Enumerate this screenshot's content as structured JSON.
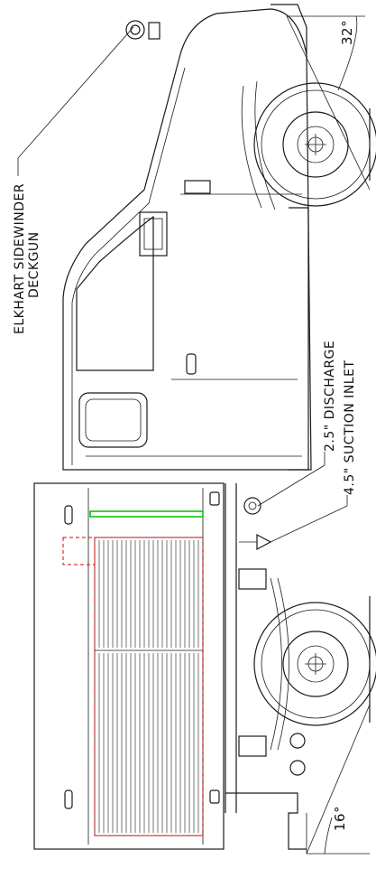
{
  "labels": {
    "deckgun_line1": "ELKHART SIDEWINDER",
    "deckgun_line2": "DECKGUN",
    "discharge": "2.5\" DISCHARGE",
    "suction": "4.5\" SUCTION INLET",
    "angle_front": "32°",
    "angle_rear": "16°"
  },
  "colors": {
    "line": "#1a1a1a",
    "discharge_pipe": "#00c000",
    "compartment_outline": "#e00000"
  }
}
